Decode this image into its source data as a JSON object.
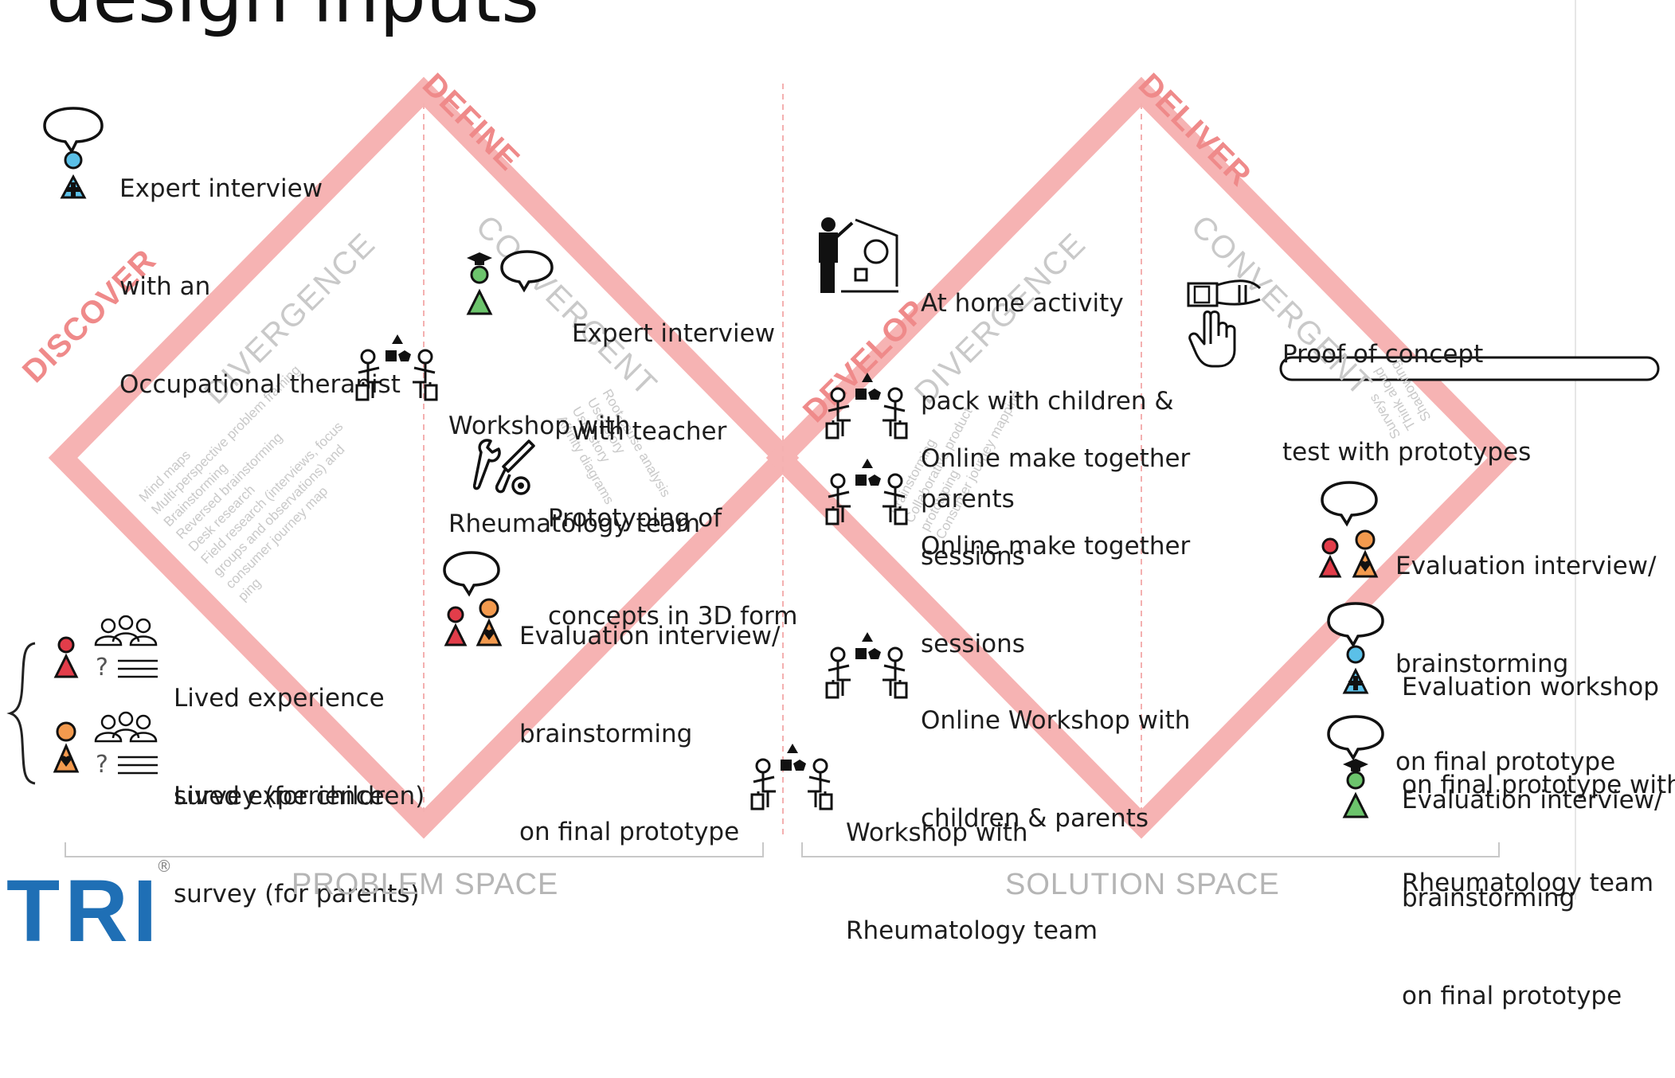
{
  "heading": "design inputs",
  "phases": {
    "discover": "DISCOVER",
    "define": "DEFINE",
    "develop": "DEVELOP",
    "deliver": "DELIVER"
  },
  "subphases": {
    "divergence_1": "DIVERGENCE",
    "convergent_1": "CONVERGENT",
    "divergence_2": "DIVERGENCE",
    "convergent_2": "CONVERGENT"
  },
  "methods": {
    "discover": "Mind maps\nMulti-perspective problem framing\nBrainstorming\nReversed brainstorming\nDesk research\nField research (interviews, focus\ngroups and observations) and\nconsumer journey map\nping",
    "define": "Root-cause analysis\nUser story\nUser story\nAffinity diagrams",
    "develop": "Brainstorming\nCollaborative product\nprototyping\nConsumer journey mapping",
    "deliver": "Surveys\nThink aloud\nShadowing"
  },
  "spaces": {
    "problem": "PROBLEM SPACE",
    "solution": "SOLUTION SPACE"
  },
  "logo": "TRI",
  "logo_mark": "®",
  "colors": {
    "diamond": "#f6b3b3",
    "phase_text": "#ef8a8a",
    "person_blue": "#5bc0e8",
    "person_green": "#6cc46c",
    "person_red": "#e23d4a",
    "person_orange": "#f39a4e",
    "logo_blue": "#1f6fb5"
  },
  "activities": {
    "expert_ot": [
      "Expert interview",
      "with an",
      "Occupational therapist"
    ],
    "expert_teacher": [
      "Expert interview",
      "with teacher"
    ],
    "workshop_rheum_1": [
      "Workshop with",
      "Rheumatology team"
    ],
    "prototyping_3d": [
      "Prototyping of",
      "concepts in 3D form"
    ],
    "eval_interview_define": [
      "Evaluation interview/",
      "brainstorming",
      "on final prototype"
    ],
    "survey_children": [
      "Lived experience",
      "survey (for children)"
    ],
    "survey_parents": [
      "Lived experience",
      "survey (for parents)"
    ],
    "home_activity": [
      "At home activity",
      "pack with children &",
      "parents"
    ],
    "online_make_1": [
      "Online make together",
      "sessions"
    ],
    "online_make_2": [
      "Online make together",
      "sessions"
    ],
    "online_workshop": [
      "Online Workshop with",
      "children & parents"
    ],
    "workshop_rheum_2": [
      "Workshop with",
      "Rheumatology team"
    ],
    "proof_concept": [
      "Proof of concept",
      "test with prototypes"
    ],
    "eval_interview_deliver": [
      "Evaluation interview/",
      "brainstorming",
      "on final prototype"
    ],
    "eval_workshop": [
      "Evaluation workshop",
      "on final prototype with",
      "Rheumatology team"
    ],
    "eval_interview_final": [
      "Evaluation interview/",
      "brainstorming",
      "on final prototype"
    ]
  },
  "survey_marker": "?"
}
